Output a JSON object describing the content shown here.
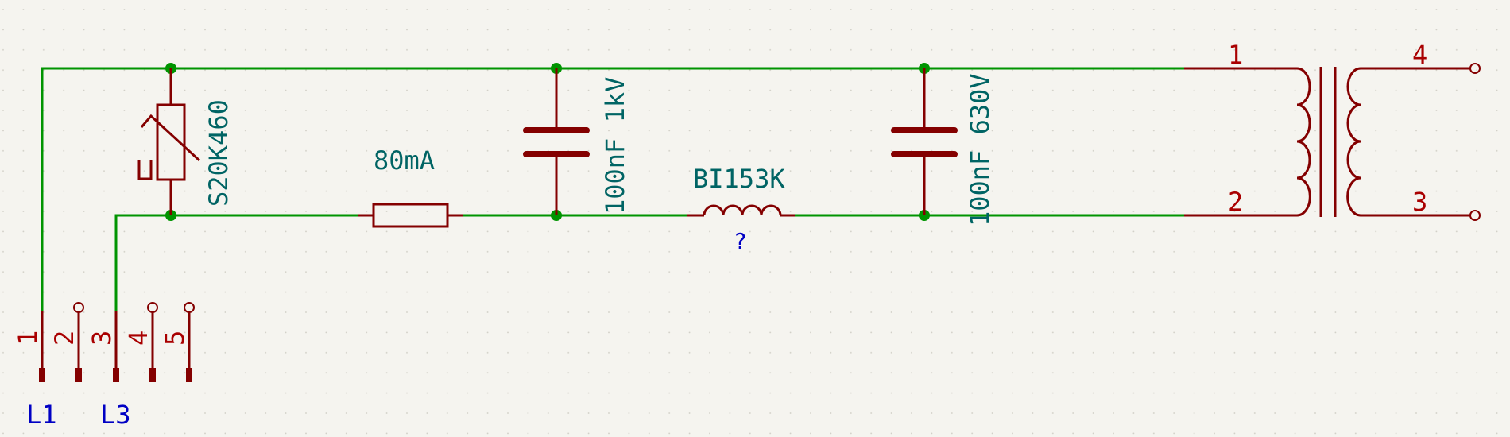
{
  "colors": {
    "background": "#f5f4ef",
    "wire": "#009400",
    "component": "#840000",
    "value_text": "#006464",
    "pin_number": "#a90000",
    "net_label": "#0000c4"
  },
  "varistor": {
    "value": "S20K460"
  },
  "fuse": {
    "value": "80mA"
  },
  "capacitor_1": {
    "value": "100nF 1kV"
  },
  "inductor": {
    "value": "BI153K",
    "reference": "?"
  },
  "capacitor_2": {
    "value": "100nF 630V"
  },
  "transformer": {
    "pins": {
      "p1": "1",
      "p2": "2",
      "p3": "3",
      "p4": "4"
    }
  },
  "connector": {
    "pins": [
      "1",
      "2",
      "3",
      "4",
      "5"
    ]
  },
  "net_labels": {
    "l1": "L1",
    "l3": "L3"
  }
}
